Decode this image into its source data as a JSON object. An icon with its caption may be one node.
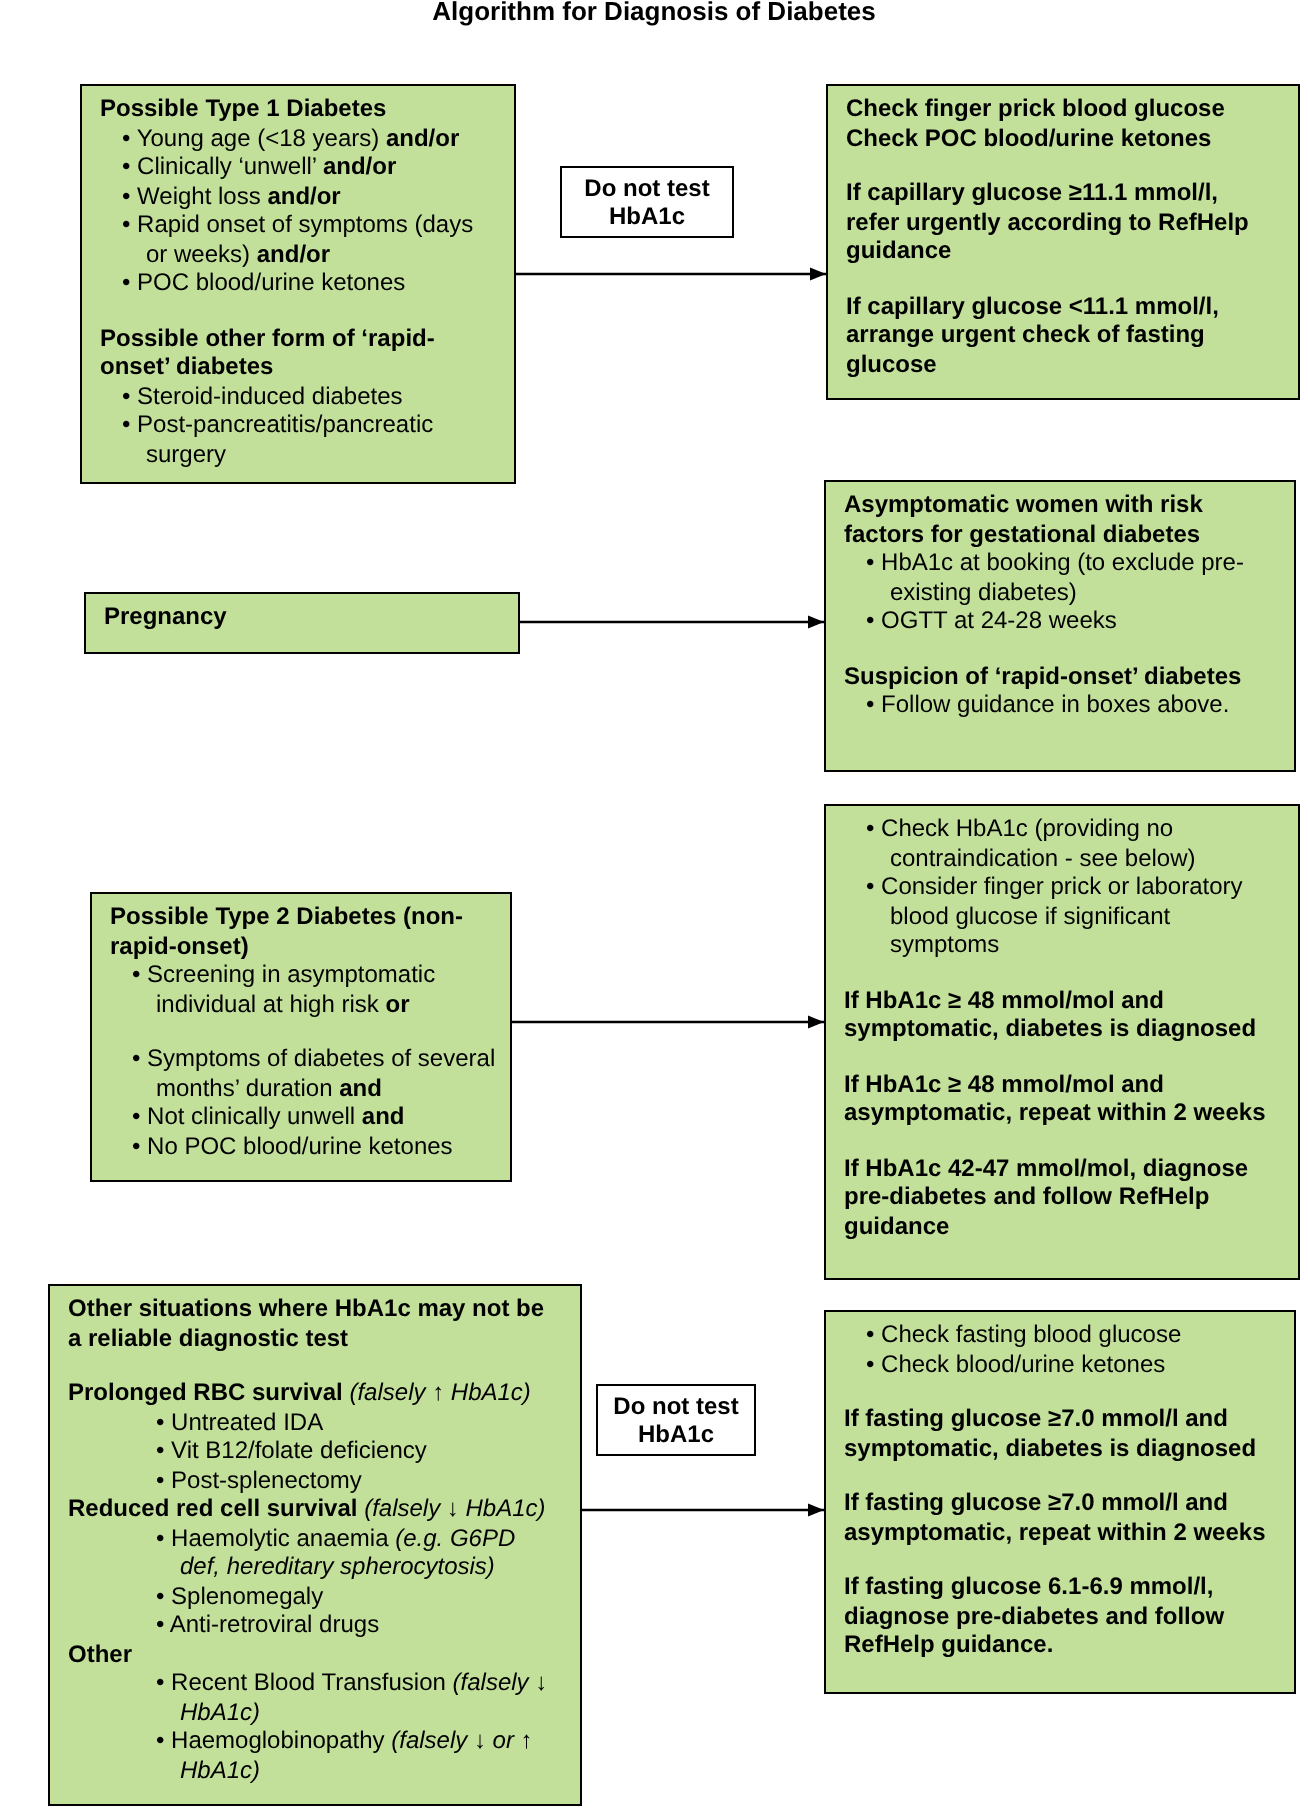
{
  "diagram": {
    "title": "Algorithm for Diagnosis of Diabetes",
    "nodes": [
      {
        "text": [
          "Possible Type 1 Diabetes",
          "• Young age (<18 years) **and/or**",
          "• Clinically ‘unwell’ **and/or**",
          "• Weight loss **and/or**",
          "• Rapid onset of symptoms (days or weeks) **and/or**",
          "• POC blood/urine ketones",
          "Possible other form of ‘rapid-onset’ diabetes",
          "• Steroid-induced diabetes",
          "• Post-pancreatitis/pancreatic surgery"
        ]
      },
      {
        "text": [
          "Check finger prick blood glucose",
          "Check POC blood/urine ketones",
          "If capillary glucose ≥11.1 mmol/l, refer urgently according to RefHelp guidance",
          "If capillary glucose <11.1 mmol/l, arrange urgent check of fasting glucose"
        ]
      },
      {
        "text": [
          "Pregnancy"
        ]
      },
      {
        "text": [
          "Asymptomatic women with risk factors for gestational diabetes",
          "• HbA1c at booking (to exclude pre-existing diabetes)",
          "• OGTT at 24-28 weeks",
          "Suspicion of ‘rapid-onset’ diabetes",
          "• Follow guidance in boxes above."
        ]
      },
      {
        "text": [
          "Possible Type 2 Diabetes (non-rapid-onset)",
          "• Screening in asymptomatic individual at high risk **or**",
          "• Symptoms of diabetes of several months’ duration **and**",
          "• Not clinically unwell **and**",
          "• No POC blood/urine ketones"
        ]
      },
      {
        "text": [
          "• Check HbA1c (providing no contraindication - see below)",
          "• Consider finger prick or laboratory blood glucose if significant symptoms",
          "If HbA1c ≥ 48 mmol/mol and symptomatic, diabetes is diagnosed",
          "If HbA1c ≥ 48 mmol/mol and asymptomatic, repeat within 2 weeks",
          "If HbA1c 42-47 mmol/mol, diagnose pre-diabetes and follow RefHelp guidance"
        ]
      },
      {
        "text": [
          "Other situations where HbA1c may not be a reliable diagnostic test",
          "**Prolonged RBC survival** *(falsely ↑ HbA1c)*",
          "• Untreated IDA",
          "• Vit B12/folate deficiency",
          "• Post-splenectomy",
          "**Reduced red cell survival** *(falsely ↓ HbA1c)*",
          "• Haemolytic anaemia *(e.g. G6PD def, hereditary spherocytosis)*",
          "• Splenomegaly",
          "• Anti-retroviral drugs",
          "Other",
          "• Recent Blood Transfusion *(falsely ↓ HbA1c)*",
          "• Haemoglobinopathy *(falsely ↓ or ↑ HbA1c)*"
        ]
      },
      {
        "text": [
          "• Check fasting blood glucose",
          "• Check blood/urine ketones",
          "If fasting glucose ≥7.0 mmol/l and symptomatic, diabetes is diagnosed",
          "If fasting glucose ≥7.0 mmol/l and asymptomatic, repeat within 2 weeks",
          "If fasting glucose 6.1-6.9 mmol/l, diagnose pre-diabetes and follow RefHelp guidance."
        ]
      }
    ],
    "edges": [
      {
        "from": 0,
        "to": 1,
        "arrow": "to",
        "label": "Do not test HbA1c"
      },
      {
        "from": 2,
        "to": 3,
        "arrow": "to"
      },
      {
        "from": 4,
        "to": 5,
        "arrow": "to"
      },
      {
        "from": 6,
        "to": 7,
        "arrow": "to",
        "label": "Do not test HbA1c"
      }
    ]
  }
}
